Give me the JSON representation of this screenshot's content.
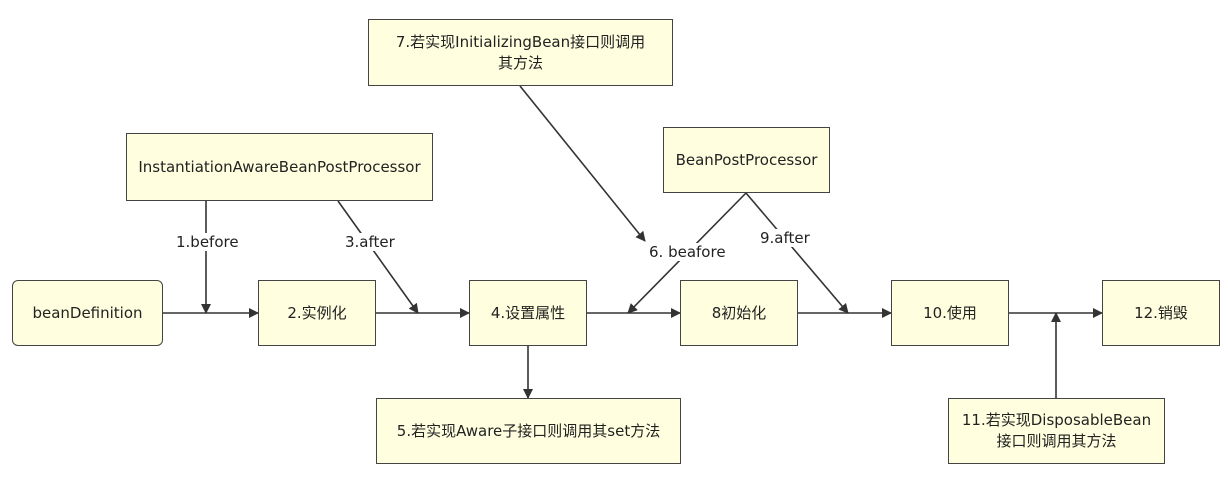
{
  "nodes": {
    "bean_definition": "beanDefinition",
    "instantiate": "2.实例化",
    "set_properties": "4.设置属性",
    "initialize": "8初始化",
    "use": "10.使用",
    "destroy": "12.销毁",
    "instantiation_aware_processor": "InstantiationAwareBeanPostProcessor",
    "bean_post_processor": "BeanPostProcessor",
    "initializing_bean": "7.若实现InitializingBean接口则调用其方法",
    "aware": "5.若实现Aware子接口则调用其set方法",
    "disposable_bean": "11.若实现DisposableBean接口则调用其方法"
  },
  "edge_labels": {
    "before_1": "1.before",
    "after_3": "3.after",
    "beafore_6": "6. beafore",
    "after_9": "9.after"
  },
  "colors": {
    "box_fill": "#ffffe0",
    "stroke": "#444444"
  }
}
